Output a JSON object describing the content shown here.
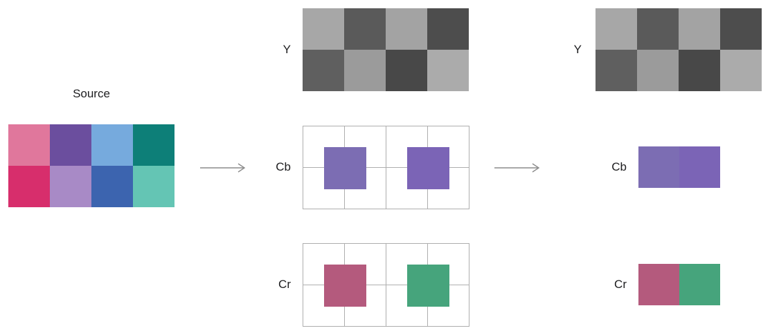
{
  "source": {
    "label": "Source",
    "colors": [
      [
        "#e0779c",
        "#6b4e9e",
        "#76aadd",
        "#0d7f78"
      ],
      [
        "#d72e6c",
        "#a88ac6",
        "#3c64af",
        "#64c5b4"
      ]
    ]
  },
  "arrow_color": "#8c8c8c",
  "grid_line_color": "#aeaeae",
  "middle": {
    "y": {
      "label": "Y",
      "colors": [
        [
          "#a7a7a7",
          "#5a5a5a",
          "#a3a3a3",
          "#4d4d4d"
        ],
        [
          "#5f5f5f",
          "#9b9b9b",
          "#484848",
          "#ababab"
        ]
      ]
    },
    "cb": {
      "label": "Cb",
      "squares": [
        "#7c6db3",
        "#7b64b6"
      ]
    },
    "cr": {
      "label": "Cr",
      "squares": [
        "#b45a7d",
        "#46a47c"
      ]
    }
  },
  "right": {
    "y": {
      "label": "Y",
      "colors": [
        [
          "#a7a7a7",
          "#5a5a5a",
          "#a3a3a3",
          "#4d4d4d"
        ],
        [
          "#5f5f5f",
          "#9b9b9b",
          "#484848",
          "#ababab"
        ]
      ]
    },
    "cb": {
      "label": "Cb",
      "squares": [
        "#7c6db3",
        "#7b64b6"
      ]
    },
    "cr": {
      "label": "Cr",
      "squares": [
        "#b45a7d",
        "#46a47c"
      ]
    }
  }
}
